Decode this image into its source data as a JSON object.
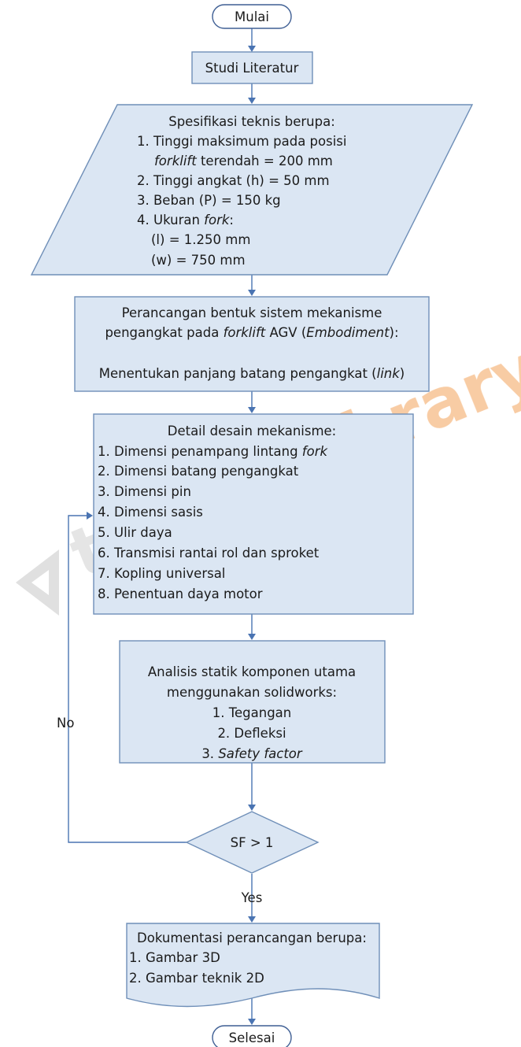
{
  "watermark": {
    "text1": "tenas",
    "text2": "library"
  },
  "nodes": {
    "start": {
      "label": "Mulai"
    },
    "literature": {
      "label": "Studi Literatur"
    },
    "specs": {
      "l1": "Spesifikasi teknis berupa:",
      "l2": "1. Tinggi maksimum pada posisi",
      "l3a": "forklift",
      "l3b": " terendah = 200 mm",
      "l4": "2. Tinggi angkat (h) = 50 mm",
      "l5": "3. Beban (P) = 150 kg",
      "l6a": "4. Ukuran ",
      "l6b": "fork",
      "l6c": ":",
      "l7": "(l) = 1.250 mm",
      "l8": "(w) = 750 mm"
    },
    "embodiment": {
      "l1": "Perancangan bentuk sistem mekanisme",
      "l2a": "pengangkat pada ",
      "l2b": "forklift",
      "l2c": " AGV (",
      "l2d": "Embodiment",
      "l2e": "):",
      "l3a": "Menentukan panjang batang pengangkat (",
      "l3b": "link",
      "l3c": ")"
    },
    "detail": {
      "title": "Detail desain mekanisme:",
      "i1a": "1. Dimensi penampang lintang ",
      "i1b": "fork",
      "i2": "2. Dimensi batang pengangkat",
      "i3": "3. Dimensi pin",
      "i4": "4. Dimensi sasis",
      "i5": "5. Ulir daya",
      "i6": "6. Transmisi rantai rol dan sproket",
      "i7": "7. Kopling universal",
      "i8": "8. Penentuan daya motor"
    },
    "analysis": {
      "l1": "Analisis statik komponen utama",
      "l2": "menggunakan solidworks:",
      "l3": "1. Tegangan",
      "l4": "2. Defleksi",
      "l5a": "3. ",
      "l5b": "Safety factor"
    },
    "decision": {
      "label": "SF > 1"
    },
    "documentation": {
      "l1": "Dokumentasi perancangan berupa:",
      "l2": "1. Gambar 3D",
      "l3": "2. Gambar teknik 2D"
    },
    "end": {
      "label": "Selesai"
    }
  },
  "edges": {
    "no_label": "No",
    "yes_label": "Yes"
  },
  "colors": {
    "fill": "#dbe6f3",
    "stroke": "#6f8fb8",
    "arrow": "#4a74b2",
    "watermark": "#f3a25a"
  }
}
